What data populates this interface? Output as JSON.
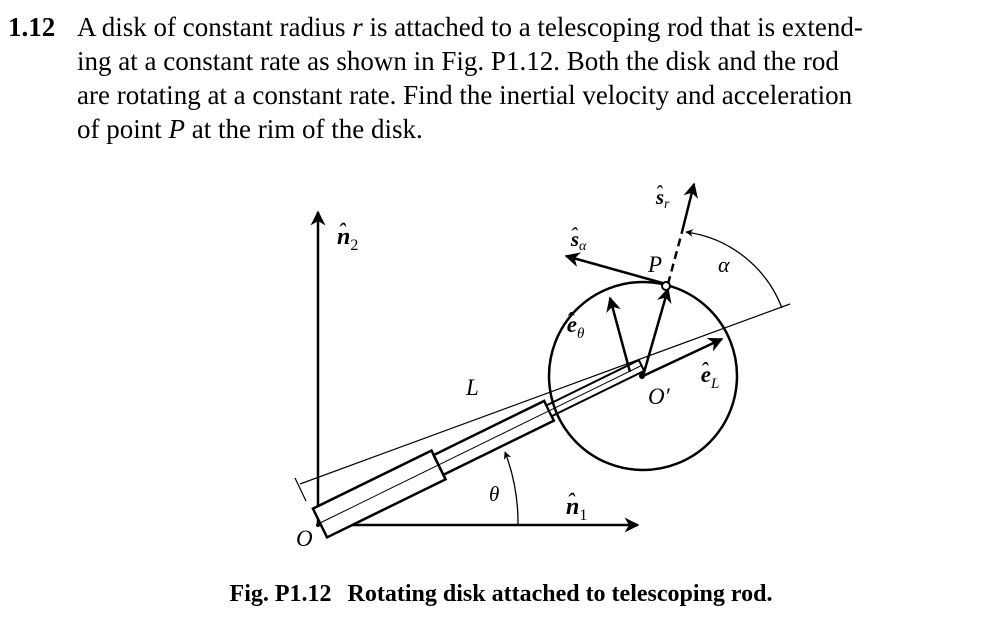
{
  "problem": {
    "number": "1.12",
    "line1_a": "A disk of constant radius ",
    "line1_r": "r",
    "line1_b": " is attached to a telescoping rod that is extend-",
    "line2": "ing at a constant rate as shown in Fig. P1.12. Both the disk and the rod",
    "line3": "are rotating at a constant rate. Find the inertial velocity and acceleration",
    "line4_a": "of point ",
    "line4_p": "P",
    "line4_b": " at the rim of the disk."
  },
  "figure": {
    "labels": {
      "n2": "n̂₂",
      "n1": "n̂₁",
      "origin": "O",
      "L": "L",
      "theta": "θ",
      "O_prime": "O′",
      "e_L": "êL",
      "e_theta": "êθ",
      "P": "P",
      "s_alpha": "ŝα",
      "s_r": "ŝr",
      "alpha": "α"
    },
    "parts": {
      "n2": {
        "base": "n",
        "hat": "̂",
        "sub": "2"
      },
      "n1": {
        "base": "n",
        "hat": "̂",
        "sub": "1"
      },
      "e_L": {
        "base": "e",
        "hat": "̂",
        "sub": "L"
      },
      "e_theta": {
        "base": "e",
        "hat": "̂",
        "sub": "θ"
      },
      "s_alpha": {
        "base": "s",
        "hat": "̂",
        "sub": "α"
      },
      "s_r": {
        "base": "s",
        "hat": "̂",
        "sub": "r"
      }
    }
  },
  "caption": {
    "label": "Fig. P1.12",
    "text": "Rotating disk attached to telescoping rod."
  }
}
